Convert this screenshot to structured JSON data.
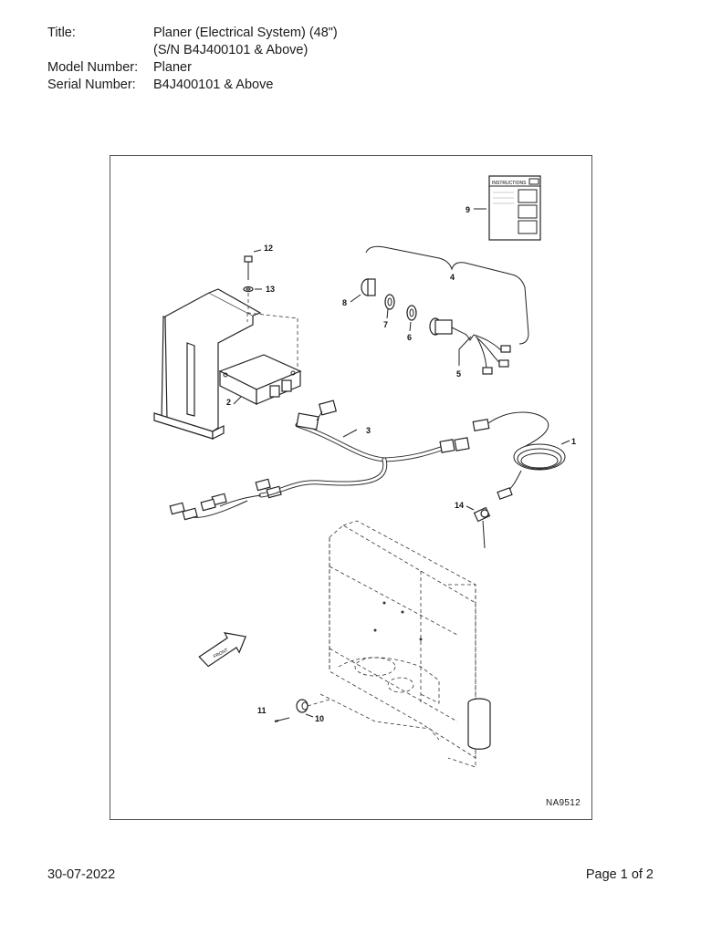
{
  "header": {
    "title_label": "Title:",
    "title_line1": "Planer (Electrical System) (48\")",
    "title_line2": "(S/N B4J400101 & Above)",
    "model_label": "Model Number:",
    "model_value": "Planer",
    "serial_label": "Serial Number:",
    "serial_value": "B4J400101 & Above"
  },
  "figure": {
    "code": "NA9512",
    "instructions_label": "INSTRUCTIONS",
    "arrow_label": "FRONT",
    "callouts": {
      "c1": "1",
      "c2": "2",
      "c3": "3",
      "c4": "4",
      "c5": "5",
      "c6": "6",
      "c7": "7",
      "c8": "8",
      "c9": "9",
      "c10": "10",
      "c11": "11",
      "c12": "12",
      "c13": "13",
      "c14": "14"
    }
  },
  "footer": {
    "date": "30-07-2022",
    "page": "Page 1 of 2"
  }
}
